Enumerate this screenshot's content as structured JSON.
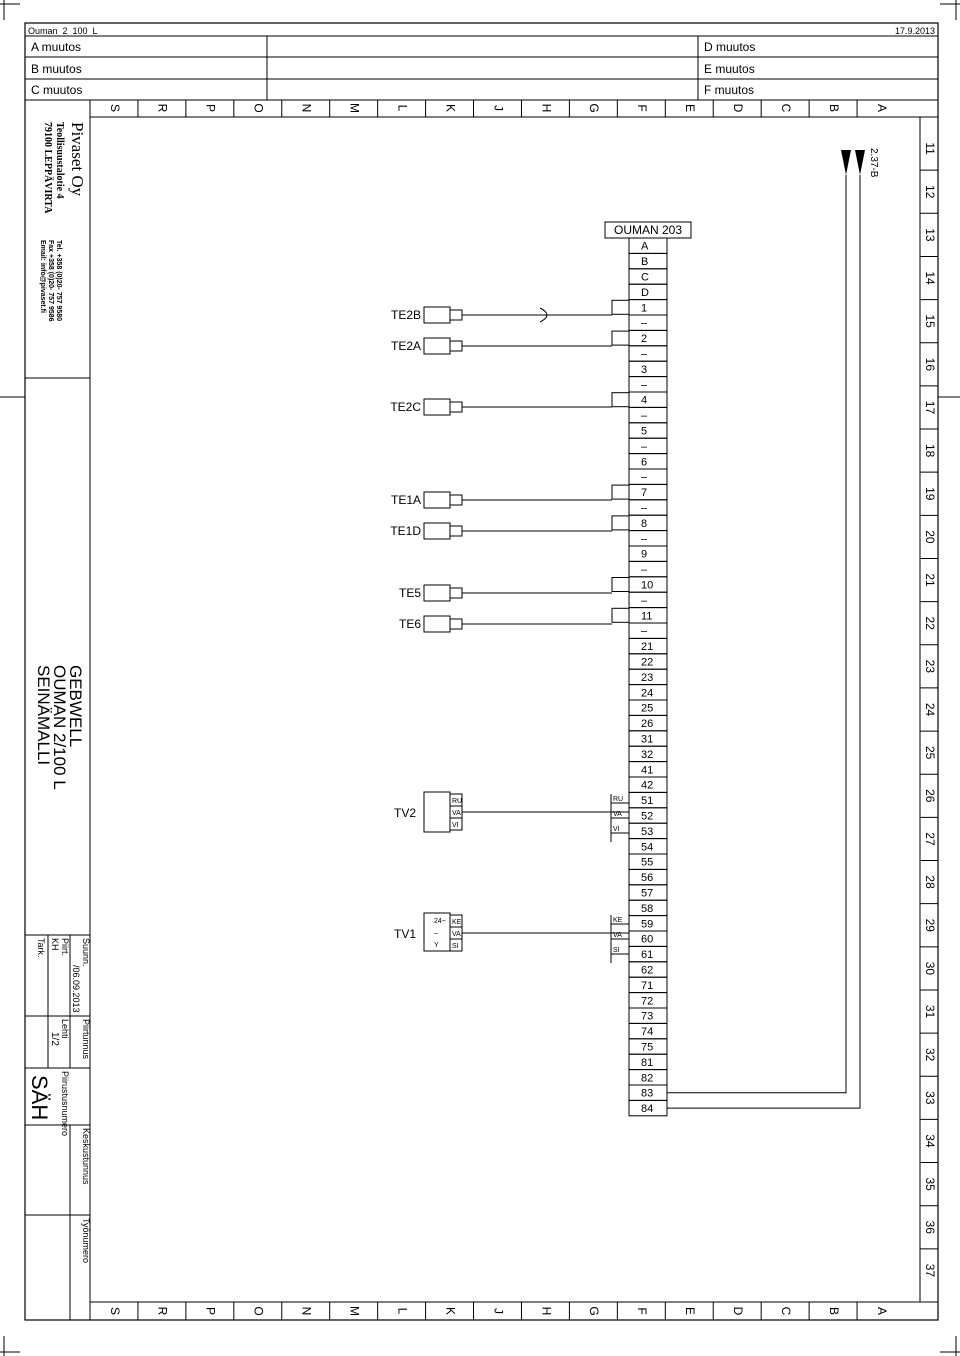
{
  "header": {
    "file_name": "Ouman_2_100_L",
    "date": "17.9.2013",
    "changes_left": [
      "A muutos",
      "B muutos",
      "C muutos"
    ],
    "changes_right": [
      "D muutos",
      "E muutos",
      "F muutos"
    ]
  },
  "column_letters": [
    "S",
    "R",
    "P",
    "O",
    "N",
    "M",
    "L",
    "K",
    "J",
    "H",
    "G",
    "F",
    "E",
    "D",
    "C",
    "B",
    "A"
  ],
  "row_numbers": [
    "11",
    "12",
    "13",
    "14",
    "15",
    "16",
    "17",
    "18",
    "19",
    "20",
    "21",
    "22",
    "23",
    "24",
    "25",
    "26",
    "27",
    "28",
    "29",
    "30",
    "31",
    "32",
    "33",
    "34",
    "35",
    "36",
    "37"
  ],
  "company": {
    "name": "Pivaset Oy",
    "street": "Teollisuustalotie 4",
    "city": "79100 LEPPÄVIRTA",
    "tel": "Tel. +358 (0)20- 757 9580",
    "fax": "Fax +358 (0)20- 757 9586",
    "email": "Email: info@pivaset.fi"
  },
  "drawing_title": [
    "GEBWELL",
    "OUMAN 2/100 L",
    "SEINÄMALLI"
  ],
  "title_block": {
    "suunn_label": "Suunn.",
    "suunn_value": "/06.09.2013",
    "piirt_label": "Piirt.",
    "piirt_value": "KH",
    "tark_label": "Tark.",
    "piirtunnus_label": "Piirtunnus",
    "lehti_label": "Lehti",
    "lehti_value": "1/2",
    "piirustusnumero_label": "Piirustusnumero",
    "piirustusnumero_value": "SÄH",
    "keskustunnus_label": "Keskustunnus",
    "tyonumero_label": "Työnumero"
  },
  "terminal_block": {
    "title": "OUMAN 203",
    "terminals": [
      "A",
      "B",
      "C",
      "D",
      "1",
      "–",
      "2",
      "–",
      "3",
      "–",
      "4",
      "–",
      "5",
      "–",
      "6",
      "–",
      "7",
      "–",
      "8",
      "–",
      "9",
      "–",
      "10",
      "–",
      "11",
      "–",
      "21",
      "22",
      "23",
      "24",
      "25",
      "26",
      "31",
      "32",
      "41",
      "42",
      "51",
      "52",
      "53",
      "54",
      "55",
      "56",
      "57",
      "58",
      "59",
      "60",
      "61",
      "62",
      "71",
      "72",
      "73",
      "74",
      "75",
      "81",
      "82",
      "83",
      "84"
    ]
  },
  "sensors": [
    {
      "label": "TE2B",
      "terminal": "1"
    },
    {
      "label": "TE2A",
      "terminal": "2"
    },
    {
      "label": "TE2C",
      "terminal": "4"
    },
    {
      "label": "TE1A",
      "terminal": "7"
    },
    {
      "label": "TE1D",
      "terminal": "8"
    },
    {
      "label": "TE5",
      "terminal": "10"
    },
    {
      "label": "TE6",
      "terminal": "11"
    }
  ],
  "actuators": [
    {
      "label": "TV2",
      "device_pins": [
        "RU",
        "VA",
        "VI"
      ],
      "panel_pins": [
        "RU",
        "VA",
        "VI"
      ]
    },
    {
      "label": "TV1",
      "device_pins": [
        "KE",
        "VA",
        "SI"
      ],
      "panel_pins": [
        "KE",
        "VA",
        "SI"
      ],
      "inner_labels": [
        "24~",
        "–",
        "Y"
      ]
    }
  ],
  "reference": "2.37-B"
}
